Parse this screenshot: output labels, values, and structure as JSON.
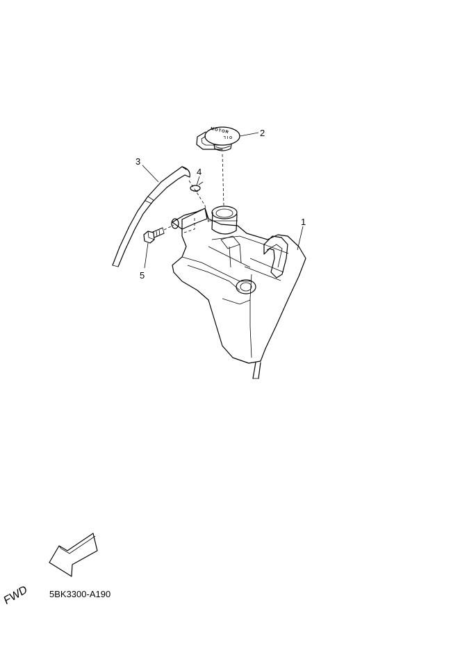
{
  "callouts": {
    "c1": "1",
    "c2": "2",
    "c3": "3",
    "c4": "4",
    "c5": "5"
  },
  "cap_text": {
    "line1": "MOTOR",
    "line2": "OIL"
  },
  "fwd_label": "FWD",
  "part_code": "5BK3300-A190"
}
